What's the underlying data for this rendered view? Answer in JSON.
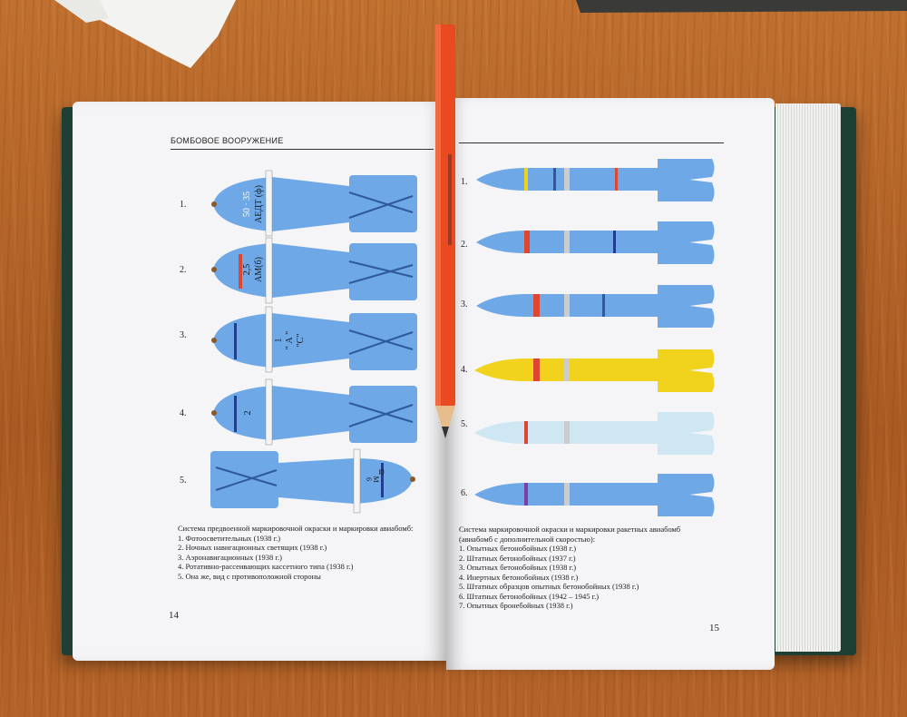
{
  "header": "БОМБОВОЕ ВООРУЖЕНИЕ",
  "left_page": {
    "numbers": [
      "1.",
      "2.",
      "3.",
      "4.",
      "5."
    ],
    "bomb_markings": {
      "b1": [
        "50 · 35",
        "АЕДТ (ф)"
      ],
      "b2": [
        "2,5",
        "АМ(б)"
      ],
      "b3": [
        "1",
        "\" А \"",
        "\"С\""
      ],
      "b4": [
        "2"
      ],
      "b5": [
        "6",
        "M",
        "Ω"
      ]
    },
    "caption_lines": [
      "Система предвоенной маркировочной окраски и маркировки авиабомб:",
      "1. Фотоосветительных (1938 г.)",
      "2. Ночных навигационных светящих (1938 г.)",
      "3. Аэронавигационных (1938 г.)",
      "4. Ротативно-рассеивающих кассетного типа (1938 г.)",
      "5. Она же, вид с противоположной стороны"
    ],
    "page_number": "14"
  },
  "right_page": {
    "numbers": [
      "1.",
      "2.",
      "3.",
      "4.",
      "5.",
      "6."
    ],
    "caption_lines": [
      "Система маркировочной окраски и маркировки ракетных авиабомб",
      "(авиабомб с дополнительной скоростью):",
      "1. Опытных бетонобойных (1938 г.)",
      "2. Штатных бетонобойных (1937 г.)",
      "3. Опытных бетонобойных (1938 г.)",
      "4. Инертных бетонобойных (1938 г.)",
      "5. Штатных образцов опытных бетонобойных (1938 г.)",
      "6. Штатных бетонобойных (1942 – 1945 г.)",
      "7. Опытных бронебойных (1938 г.)"
    ],
    "page_number": "15"
  },
  "colors": {
    "table_wood": "#b7652b",
    "page": "#f5f5f7",
    "bomb_blue": "#6fa8e6",
    "bomb_yellow": "#f1d21c",
    "bomb_pale": "#cfe7f2",
    "mark_red": "#e0452f",
    "mark_dark_blue": "#1d3f8f",
    "pencil_orange": "#ea4a22",
    "cover_green": "#1d3f34"
  }
}
